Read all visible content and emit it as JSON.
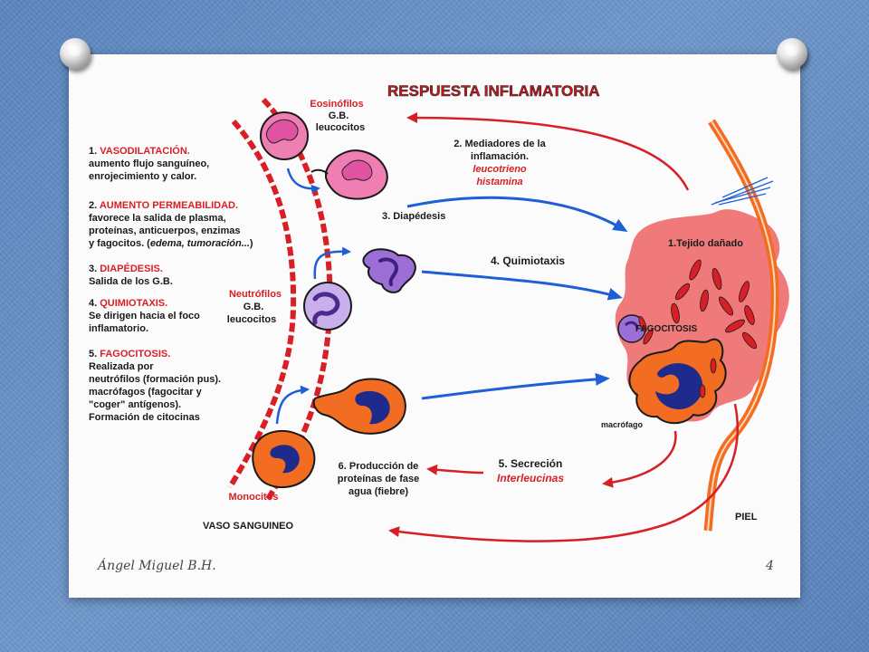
{
  "diagram": {
    "title": "RESPUESTA INFLAMATORIA",
    "left_steps": [
      {
        "head_num": "1. ",
        "head": "VASODILATACIÓN.",
        "lines": [
          "aumento flujo sanguíneo,",
          "enrojecimiento y calor."
        ]
      },
      {
        "head_num": "2. ",
        "head": "AUMENTO PERMEABILIDAD.",
        "lines": [
          "favorece la salida de plasma,",
          "proteínas, anticuerpos, enzimas",
          "y fagocitos. ("
        ],
        "italic": "edema, tumoración...",
        "tail": ")"
      },
      {
        "head_num": "3. ",
        "head": "DIAPÉDESIS.",
        "lines": [
          "Salida de los G.B."
        ]
      },
      {
        "head_num": "4. ",
        "head": "QUIMIOTAXIS.",
        "lines": [
          "Se dirigen hacia el foco",
          "inflamatorio."
        ]
      },
      {
        "head_num": "5. ",
        "head": "FAGOCITOSIS.",
        "lines": [
          "Realizada por",
          "neutrófilos (formación pus).",
          "macrófagos (fagocitar y",
          "\"coger\" antígenos).",
          "Formación de citocinas"
        ]
      }
    ],
    "eosinofilos": {
      "name": "Eosinófilos",
      "l2": "G.B.",
      "l3": "leucocitos"
    },
    "neutrofilos": {
      "name": "Neutrófilos",
      "l2": "G.B.",
      "l3": "leucocitos"
    },
    "monocitos": "Monocitos",
    "vaso": "VASO SANGUINEO",
    "mediadores": {
      "l1": "2. Mediadores de la",
      "l2": "inflamación.",
      "l3": "leucotrieno",
      "l4": "histamina"
    },
    "diapedesis": "3. Diapédesis",
    "quimiotaxis": "4. Quimiotaxis",
    "tejido": "1.Tejido dañado",
    "fagocitosis": "FAGOCITOSIS",
    "macrofago": "macrófago",
    "secrecion": {
      "l1": "5. Secreción",
      "l2": "Interleucinas"
    },
    "produccion": {
      "l1": "6. Producción de",
      "l2": "proteínas de fase",
      "l3": "agua (fiebre)"
    },
    "piel": "PIEL"
  },
  "footer": {
    "author": "Ángel Miguel B.H.",
    "page": "4"
  },
  "colors": {
    "red": "#d81f26",
    "blue": "#1f5fd6",
    "tissue": "#f07a7a",
    "orange": "#f26d21",
    "purple": "#9b6fd6",
    "pink": "#ef7fb3"
  }
}
